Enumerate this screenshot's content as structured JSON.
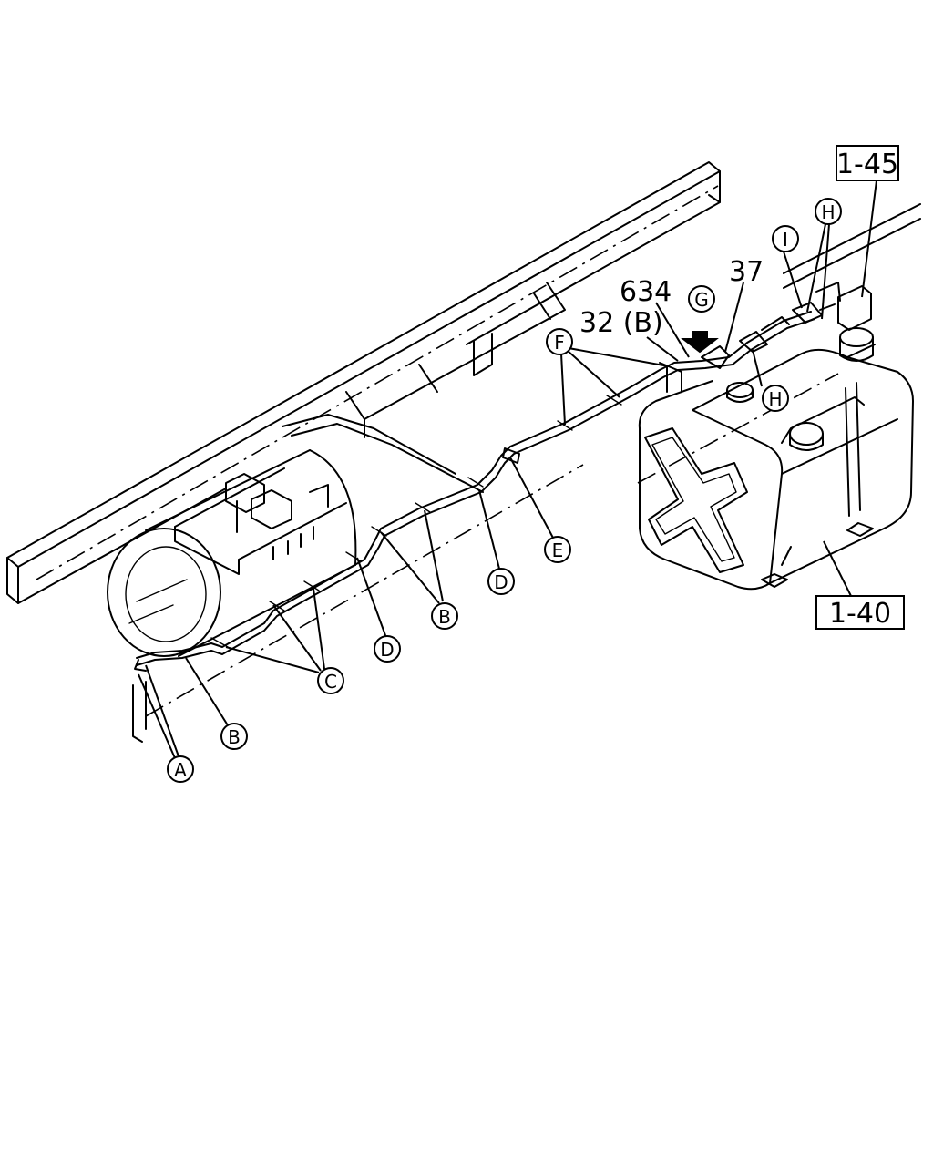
{
  "references": {
    "box_1_45": "1-45",
    "box_1_40": "1-40"
  },
  "part_numbers": {
    "p634": "634",
    "p37": "37",
    "p32b": "32 (B)"
  },
  "callouts": {
    "A": "A",
    "B1": "B",
    "B2": "B",
    "C": "C",
    "D1": "D",
    "D2": "D",
    "E": "E",
    "F": "F",
    "G": "G",
    "H1": "H",
    "H2": "H",
    "I": "I"
  }
}
